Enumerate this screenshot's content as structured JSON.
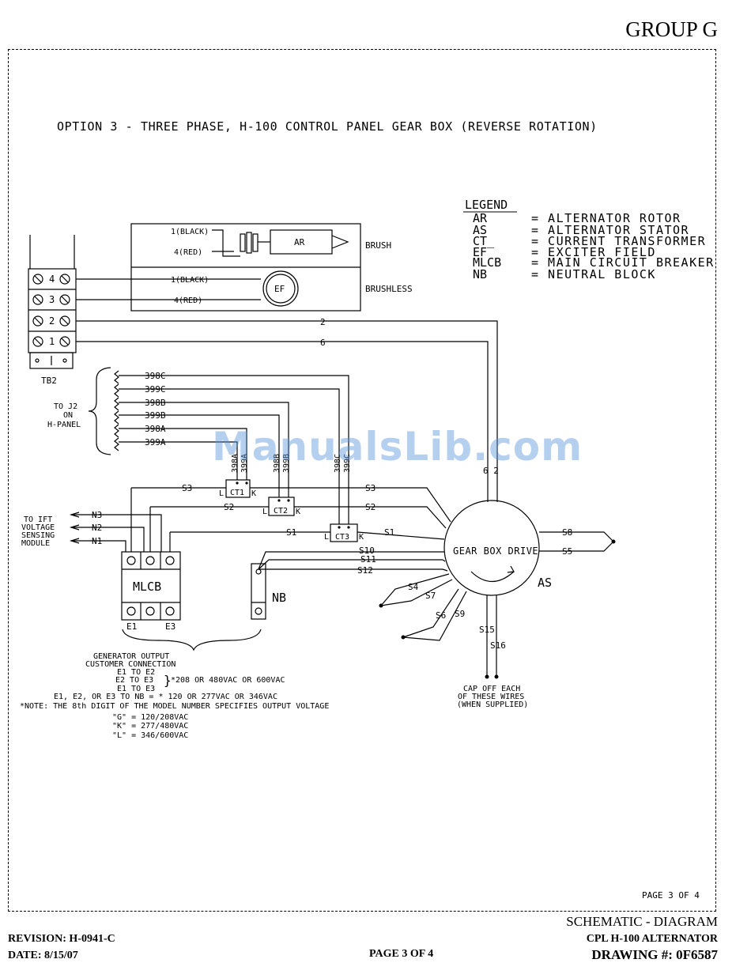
{
  "header": {
    "group": "GROUP G"
  },
  "diagram": {
    "title": "OPTION 3 - THREE PHASE, H-100 CONTROL PANEL GEAR BOX (REVERSE ROTATION)",
    "legend": {
      "heading": "LEGEND",
      "items": [
        {
          "abbr": "AR",
          "desc": "= ALTERNATOR ROTOR"
        },
        {
          "abbr": "AS",
          "desc": "= ALTERNATOR STATOR"
        },
        {
          "abbr": "CT_",
          "desc": "= CURRENT TRANSFORMER"
        },
        {
          "abbr": "EF",
          "desc": "= EXCITER FIELD"
        },
        {
          "abbr": "MLCB",
          "desc": "= MAIN CIRCUIT BREAKER"
        },
        {
          "abbr": "NB",
          "desc": "= NEUTRAL BLOCK"
        }
      ]
    },
    "tb2": {
      "label": "TB2",
      "terminals": [
        "4",
        "3",
        "2",
        "1"
      ]
    },
    "brush_panel": {
      "black": "1(BLACK)",
      "red": "4(RED)",
      "ar": "AR",
      "ef": "EF",
      "brush": "BRUSH",
      "brushless": "BRUSHLESS"
    },
    "tb_wires": {
      "w2": "2",
      "w6": "6"
    },
    "j2": {
      "line1": "TO J2",
      "line2": "ON",
      "line3": "H-PANEL",
      "wires": [
        "398C",
        "399C",
        "398B",
        "399B",
        "398A",
        "399A"
      ]
    },
    "ct": {
      "ct1": "CT1",
      "ct2": "CT2",
      "ct3": "CT3",
      "l": "L",
      "k": "K",
      "ct1_leads": [
        "398A",
        "399A"
      ],
      "ct2_leads": [
        "398B",
        "399B"
      ],
      "ct3_leads": [
        "398C",
        "399C"
      ]
    },
    "ift": {
      "line1": "TO IFT",
      "line2": "VOLTAGE",
      "line3": "SENSING",
      "line4": "MODULE",
      "wires": [
        "N3",
        "N2",
        "N1"
      ]
    },
    "mlcb": {
      "label": "MLCB",
      "e1": "E1",
      "e3": "E3"
    },
    "nb": {
      "label": "NB"
    },
    "gearbox": {
      "label": "GEAR BOX DRIVE",
      "as": "AS",
      "wires": {
        "s1": "S1",
        "s2": "S2",
        "s3": "S3",
        "s4": "S4",
        "s5": "S5",
        "s6": "S6",
        "s7": "S7",
        "s8": "S8",
        "s9": "S9",
        "s10": "S10",
        "s11": "S11",
        "s12": "S12",
        "s15": "S15",
        "s16": "S16"
      },
      "top_wires": "6 2"
    },
    "cap_off": {
      "line1": "CAP OFF EACH",
      "line2": "OF THESE WIRES",
      "line3": "(WHEN SUPPLIED)"
    },
    "output": {
      "line1": "GENERATOR OUTPUT",
      "line2": "CUSTOMER CONNECTION",
      "line3": "E1 TO E2",
      "line4": "E2 TO E3",
      "line4_note": "*208 OR 480VAC OR 600VAC",
      "line5": "E1 TO E3",
      "line6": "E1, E2, OR E3 TO NB = * 120 OR 277VAC OR 346VAC",
      "line7": "*NOTE: THE 8th DIGIT OF THE MODEL NUMBER SPECIFIES OUTPUT VOLTAGE",
      "line8": "\"G\" = 120/208VAC",
      "line9": "\"K\" = 277/480VAC",
      "line10": "\"L\" = 346/600VAC"
    },
    "page_inner": "PAGE 3 OF 4"
  },
  "footer": {
    "revision": "REVISION: H-0941-C",
    "date": "DATE: 8/15/07",
    "page": "PAGE 3 OF 4",
    "doc_title": "SCHEMATIC - DIAGRAM",
    "doc_subtitle": "CPL H-100 ALTERNATOR",
    "drawing": "DRAWING #: 0F6587"
  },
  "watermark": "ManualsLib.com"
}
